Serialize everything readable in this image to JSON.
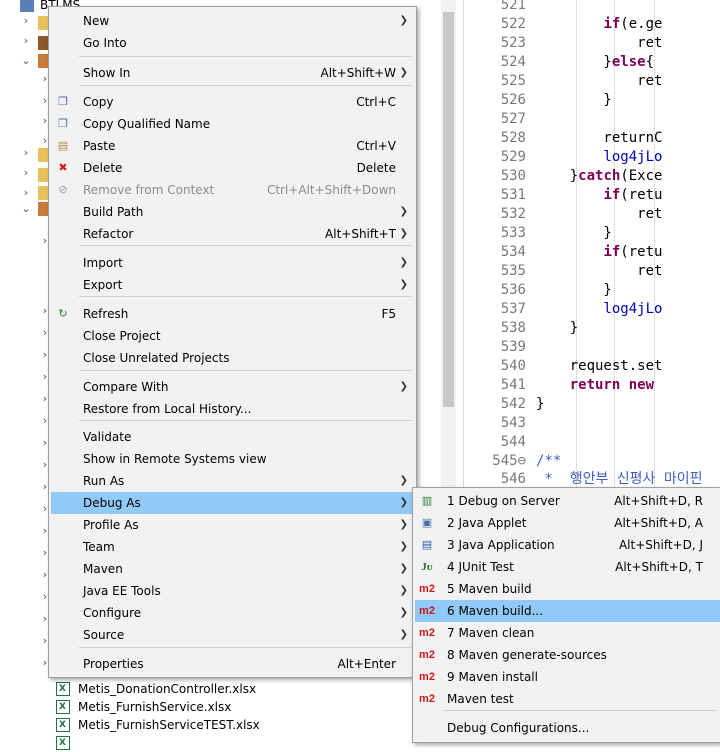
{
  "explorer": {
    "project_name": "BTLMS",
    "files": [
      "Metis_DonationController.xlsx",
      "Metis_FurnishService.xlsx",
      "Metis_FurnishServiceTEST.xlsx"
    ]
  },
  "editor": {
    "lines": [
      {
        "n": "521",
        "code": ""
      },
      {
        "n": "522",
        "code": "        if(e.ge"
      },
      {
        "n": "523",
        "code": "            ret"
      },
      {
        "n": "524",
        "code": "        }else{"
      },
      {
        "n": "525",
        "code": "            ret"
      },
      {
        "n": "526",
        "code": "        }"
      },
      {
        "n": "527",
        "code": ""
      },
      {
        "n": "528",
        "code": "        returnC"
      },
      {
        "n": "529",
        "code": "        log4jLo"
      },
      {
        "n": "530",
        "code": "    }catch(Exce"
      },
      {
        "n": "531",
        "code": "        if(retu"
      },
      {
        "n": "532",
        "code": "            ret"
      },
      {
        "n": "533",
        "code": "        }"
      },
      {
        "n": "534",
        "code": "        if(retu"
      },
      {
        "n": "535",
        "code": "            ret"
      },
      {
        "n": "536",
        "code": "        }"
      },
      {
        "n": "537",
        "code": "        log4jLo"
      },
      {
        "n": "538",
        "code": "    }"
      },
      {
        "n": "539",
        "code": ""
      },
      {
        "n": "540",
        "code": "    request.set"
      },
      {
        "n": "541",
        "code": "    return new "
      },
      {
        "n": "542",
        "code": "}"
      },
      {
        "n": "543",
        "code": ""
      },
      {
        "n": "544",
        "code": ""
      },
      {
        "n": "545⊖",
        "code": "/**"
      },
      {
        "n": "546",
        "code": " *  행안부 신평사 마이핀"
      }
    ]
  },
  "context_menu": {
    "items": [
      {
        "label": "New",
        "accel": "",
        "submenu": true,
        "icon": ""
      },
      {
        "label": "Go Into",
        "accel": "",
        "submenu": false,
        "icon": ""
      },
      {
        "label": "Show In",
        "accel": "Alt+Shift+W",
        "submenu": true,
        "icon": ""
      },
      {
        "label": "Copy",
        "accel": "Ctrl+C",
        "submenu": false,
        "icon": "copy-icon"
      },
      {
        "label": "Copy Qualified Name",
        "accel": "",
        "submenu": false,
        "icon": "copy-icon"
      },
      {
        "label": "Paste",
        "accel": "Ctrl+V",
        "submenu": false,
        "icon": "paste-icon"
      },
      {
        "label": "Delete",
        "accel": "Delete",
        "submenu": false,
        "icon": "delete-icon"
      },
      {
        "label": "Remove from Context",
        "accel": "Ctrl+Alt+Shift+Down",
        "submenu": false,
        "icon": "remove-icon",
        "disabled": true
      },
      {
        "label": "Build Path",
        "accel": "",
        "submenu": true,
        "icon": ""
      },
      {
        "label": "Refactor",
        "accel": "Alt+Shift+T",
        "submenu": true,
        "icon": ""
      },
      {
        "label": "Import",
        "accel": "",
        "submenu": true,
        "icon": ""
      },
      {
        "label": "Export",
        "accel": "",
        "submenu": true,
        "icon": ""
      },
      {
        "label": "Refresh",
        "accel": "F5",
        "submenu": false,
        "icon": "refresh-icon"
      },
      {
        "label": "Close Project",
        "accel": "",
        "submenu": false,
        "icon": ""
      },
      {
        "label": "Close Unrelated Projects",
        "accel": "",
        "submenu": false,
        "icon": ""
      },
      {
        "label": "Compare With",
        "accel": "",
        "submenu": true,
        "icon": ""
      },
      {
        "label": "Restore from Local History...",
        "accel": "",
        "submenu": false,
        "icon": ""
      },
      {
        "label": "Validate",
        "accel": "",
        "submenu": false,
        "icon": ""
      },
      {
        "label": "Show in Remote Systems view",
        "accel": "",
        "submenu": false,
        "icon": ""
      },
      {
        "label": "Run As",
        "accel": "",
        "submenu": true,
        "icon": ""
      },
      {
        "label": "Debug As",
        "accel": "",
        "submenu": true,
        "icon": "",
        "highlighted": true
      },
      {
        "label": "Profile As",
        "accel": "",
        "submenu": true,
        "icon": ""
      },
      {
        "label": "Team",
        "accel": "",
        "submenu": true,
        "icon": ""
      },
      {
        "label": "Maven",
        "accel": "",
        "submenu": true,
        "icon": ""
      },
      {
        "label": "Java EE Tools",
        "accel": "",
        "submenu": true,
        "icon": ""
      },
      {
        "label": "Configure",
        "accel": "",
        "submenu": true,
        "icon": ""
      },
      {
        "label": "Source",
        "accel": "",
        "submenu": true,
        "icon": ""
      },
      {
        "label": "Properties",
        "accel": "Alt+Enter",
        "submenu": false,
        "icon": ""
      }
    ]
  },
  "debug_submenu": {
    "items": [
      {
        "label": "1 Debug on Server",
        "accel": "Alt+Shift+D, R",
        "icon": "server-icon"
      },
      {
        "label": "2 Java Applet",
        "accel": "Alt+Shift+D, A",
        "icon": "applet-icon"
      },
      {
        "label": "3 Java Application",
        "accel": "Alt+Shift+D, J",
        "icon": "java-app-icon"
      },
      {
        "label": "4 JUnit Test",
        "accel": "Alt+Shift+D, T",
        "icon": "junit-icon",
        "icon_text": "Jᴜ"
      },
      {
        "label": "5 Maven build",
        "accel": "",
        "icon": "maven-icon",
        "icon_text": "m2"
      },
      {
        "label": "6 Maven build...",
        "accel": "",
        "icon": "maven-icon",
        "icon_text": "m2",
        "highlighted": true
      },
      {
        "label": "7 Maven clean",
        "accel": "",
        "icon": "maven-icon",
        "icon_text": "m2"
      },
      {
        "label": "8 Maven generate-sources",
        "accel": "",
        "icon": "maven-icon",
        "icon_text": "m2"
      },
      {
        "label": "9 Maven install",
        "accel": "",
        "icon": "maven-icon",
        "icon_text": "m2"
      },
      {
        "label": "Maven test",
        "accel": "",
        "icon": "maven-icon",
        "icon_text": "m2"
      },
      {
        "label": "Debug Configurations...",
        "accel": "",
        "icon": ""
      }
    ]
  },
  "colors": {
    "menu_bg": "#f2f2f2",
    "highlight": "#91c9f7",
    "keyword": "#7f0055",
    "field": "#0000c0",
    "comment": "#3f5fbf",
    "maven": "#d01818"
  }
}
